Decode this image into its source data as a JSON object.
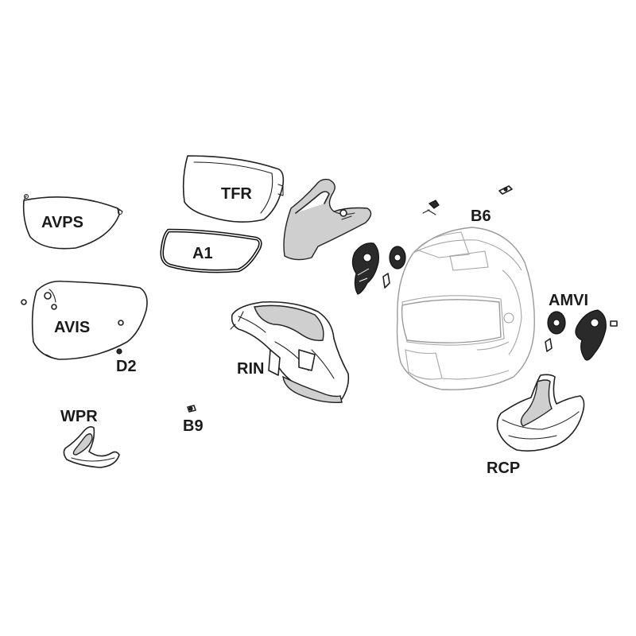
{
  "diagram": {
    "labels": {
      "avps": "AVPS",
      "tfr": "TFR",
      "a1": "A1",
      "b6": "B6",
      "avis": "AVIS",
      "d2": "D2",
      "rin": "RIN",
      "amvi": "AMVI",
      "wpr": "WPR",
      "b9": "B9",
      "rcp": "RCP"
    }
  }
}
